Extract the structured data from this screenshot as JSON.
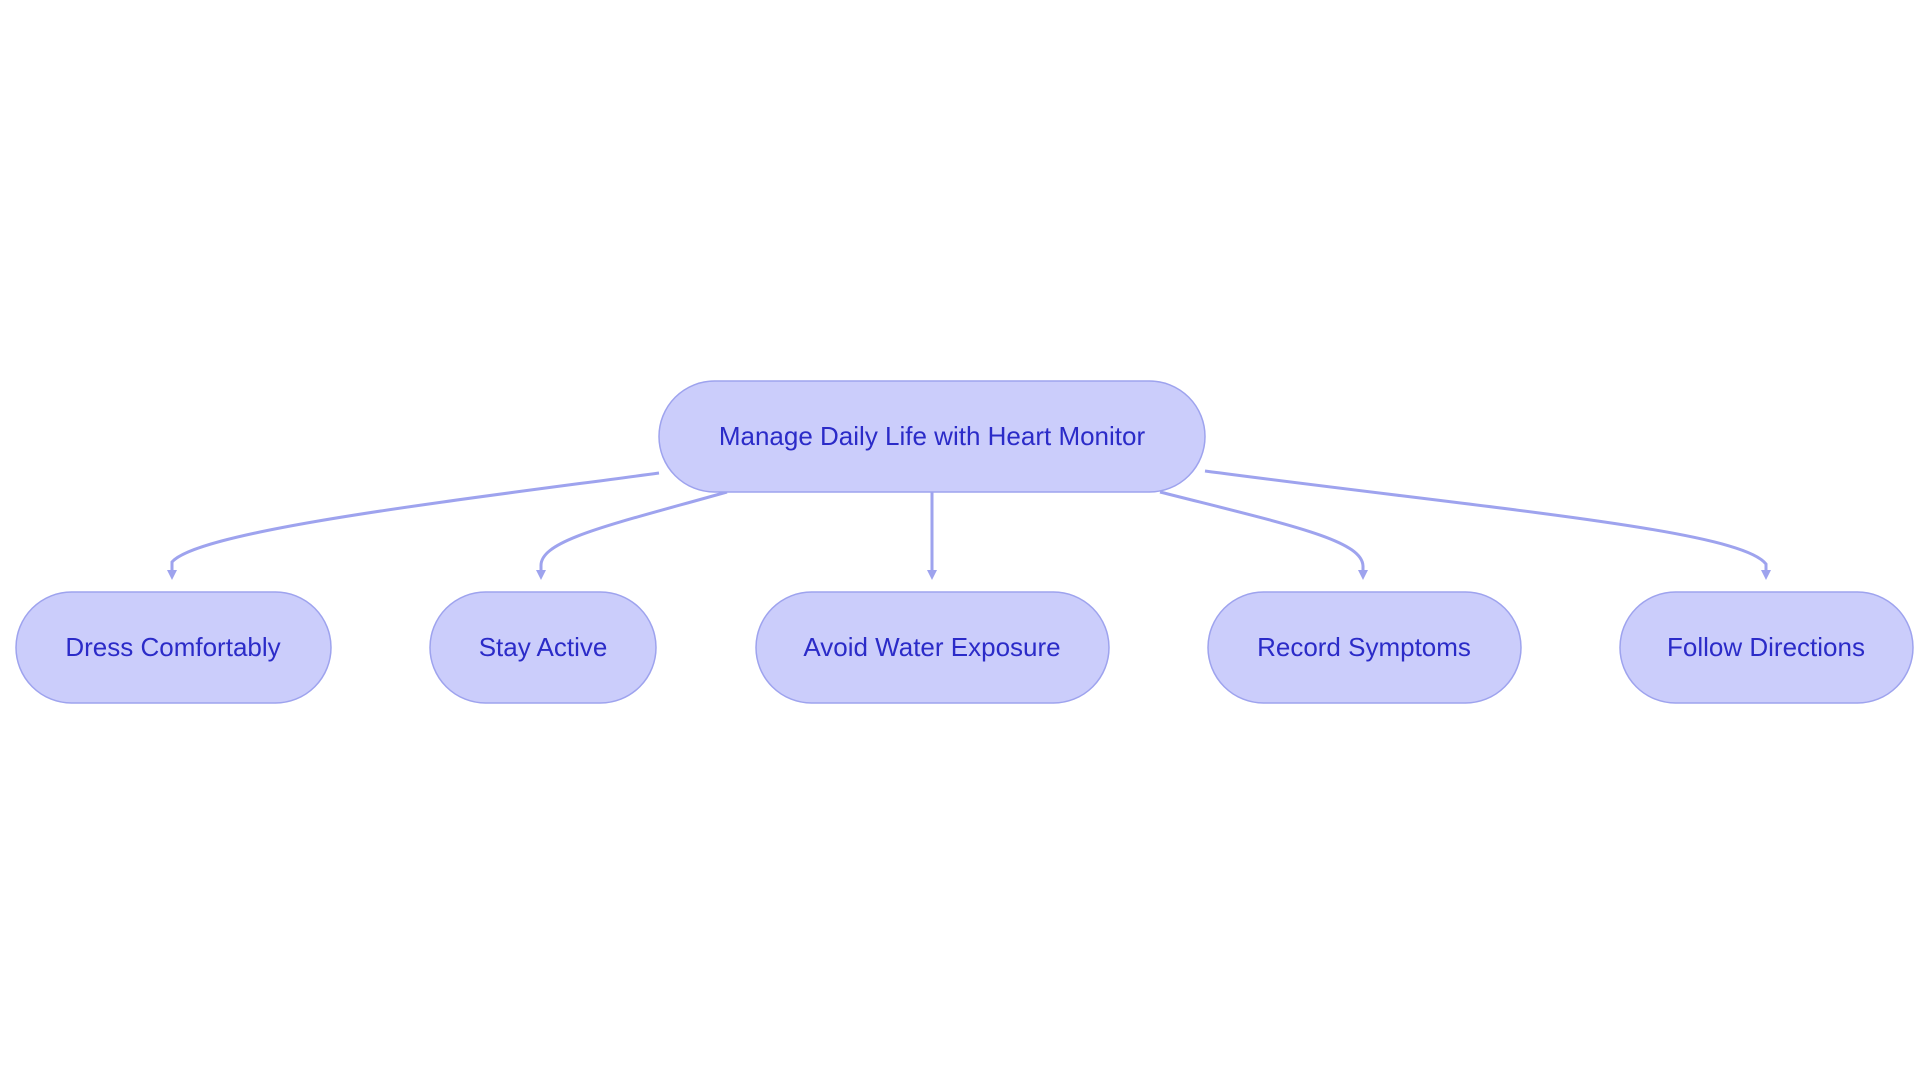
{
  "colors": {
    "node_fill": "#cbcdfb",
    "node_stroke": "#9ea3ee",
    "edge": "#9ea3ee",
    "text": "#2b2bc8"
  },
  "root": {
    "id": "root",
    "label": "Manage Daily Life with Heart Monitor"
  },
  "children": [
    {
      "id": "dress-comfortably",
      "label": "Dress Comfortably"
    },
    {
      "id": "stay-active",
      "label": "Stay Active"
    },
    {
      "id": "avoid-water-exposure",
      "label": "Avoid Water Exposure"
    },
    {
      "id": "record-symptoms",
      "label": "Record Symptoms"
    },
    {
      "id": "follow-directions",
      "label": "Follow Directions"
    }
  ]
}
